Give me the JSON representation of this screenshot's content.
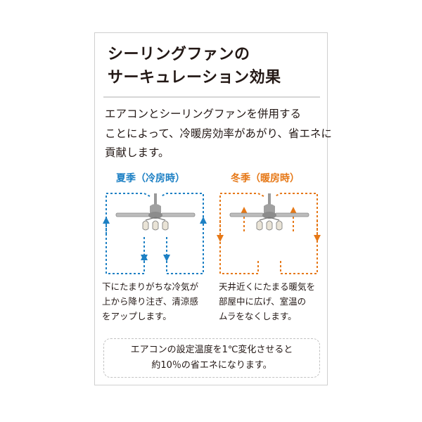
{
  "title": {
    "line1": "シーリングファンの",
    "line2": "サーキュレーション効果"
  },
  "intro": {
    "line1": "エアコンとシーリングファンを併用する",
    "line2": "ことによって、冷暖房効率があがり、省エネに",
    "line3": "貢献します。"
  },
  "summer": {
    "title": "夏季（冷房時）",
    "color": "#1d80c4",
    "desc": [
      "下にたまりがちな冷気が",
      "上から降り注ぎ、清涼感",
      "をアップします。"
    ]
  },
  "winter": {
    "title": "冬季（暖房時）",
    "color": "#e67817",
    "desc": [
      "天井近くにたまる暖気を",
      "部屋中に広げ、室温の",
      "ムラをなくします。"
    ]
  },
  "note": {
    "line1": "エアコンの設定温度を1℃変化させると",
    "line2": "約10％の省エネになります。"
  }
}
